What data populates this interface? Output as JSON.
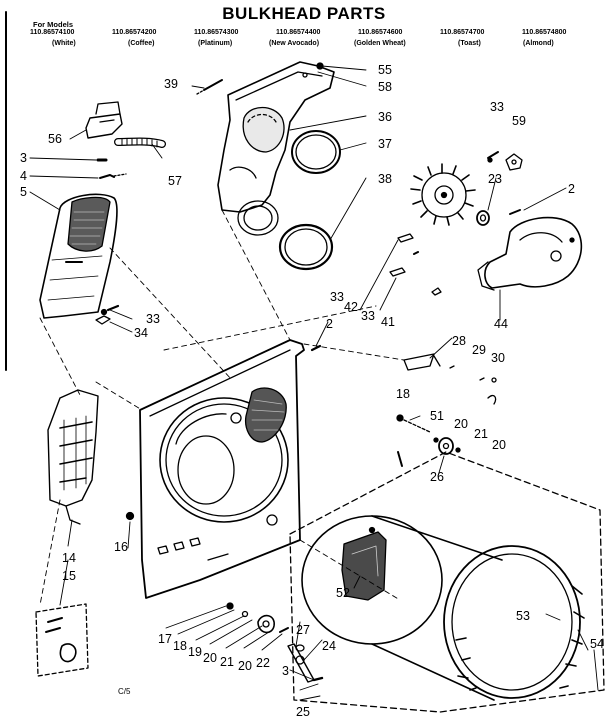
{
  "header": {
    "title": "BULKHEAD PARTS",
    "models_heading": "For Models"
  },
  "models": [
    {
      "number": "110.86574100",
      "color": "(White)"
    },
    {
      "number": "110.86574200",
      "color": "(Coffee)"
    },
    {
      "number": "110.86574300",
      "color": "(Platinum)"
    },
    {
      "number": "110.86574400",
      "color": "(New Avocado)"
    },
    {
      "number": "110.86574600",
      "color": "(Golden Wheat)"
    },
    {
      "number": "110.86574700",
      "color": "(Toast)"
    },
    {
      "number": "110.86574800",
      "color": "(Almond)"
    }
  ],
  "callouts": [
    "39",
    "55",
    "58",
    "36",
    "37",
    "38",
    "33",
    "59",
    "56",
    "3",
    "57",
    "4",
    "5",
    "23",
    "2",
    "33",
    "42",
    "33",
    "41",
    "44",
    "33",
    "34",
    "2",
    "28",
    "29",
    "30",
    "18",
    "51",
    "20",
    "21",
    "20",
    "26",
    "14",
    "15",
    "16",
    "52",
    "53",
    "54",
    "17",
    "18",
    "19",
    "20",
    "21",
    "20",
    "22",
    "27",
    "24",
    "3",
    "25"
  ],
  "footer": {
    "code": "C/5"
  },
  "colors": {
    "ink": "#000000",
    "paper": "#ffffff",
    "screen": "#444444"
  }
}
